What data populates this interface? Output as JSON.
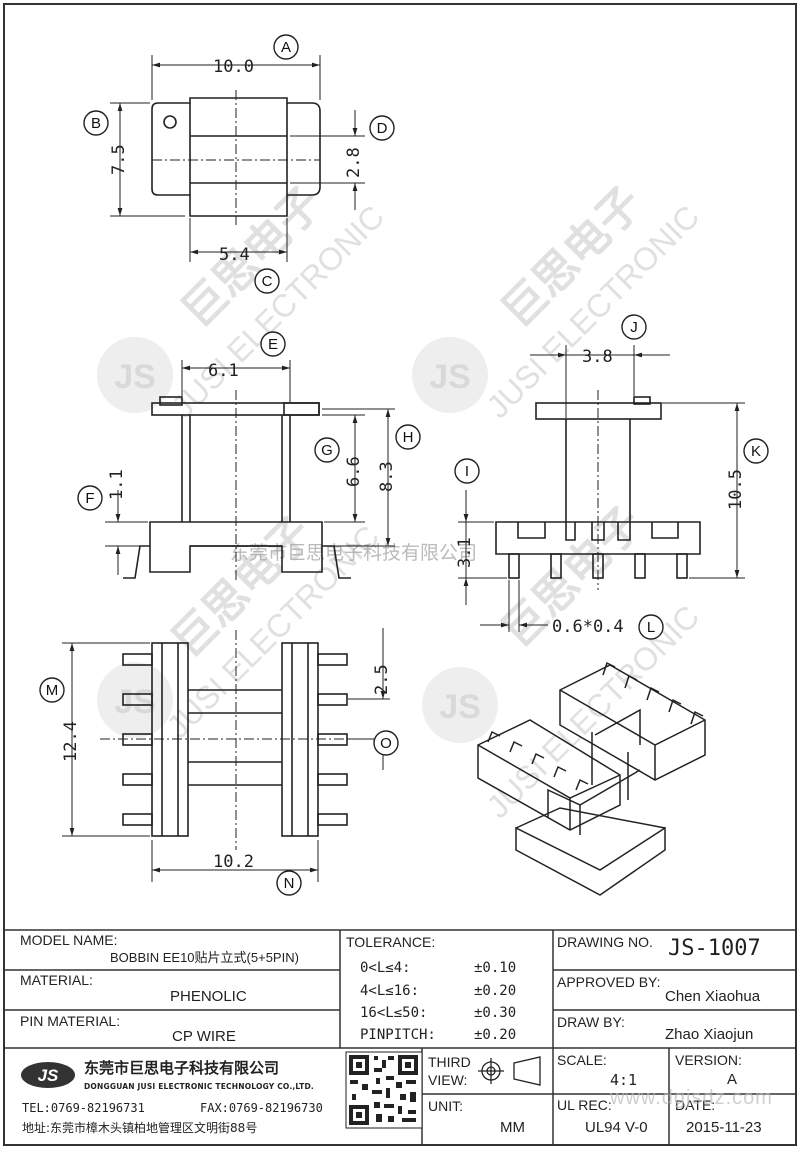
{
  "views": {
    "top": {
      "dims": {
        "width": "10.0",
        "height": "7.5",
        "slot": "2.8",
        "center": "5.4"
      },
      "labels": {
        "width": "A",
        "height": "B",
        "center": "C",
        "slot": "D"
      }
    },
    "front": {
      "dims": {
        "top": "6.1",
        "h1": "6.6",
        "h2": "8.3",
        "f": "1.1"
      },
      "labels": {
        "top": "E",
        "f": "F",
        "h1": "G",
        "h2": "H"
      }
    },
    "side": {
      "dims": {
        "j": "3.8",
        "k": "10.5",
        "i": "3.1",
        "l": "0.6*0.4"
      },
      "labels": {
        "i": "I",
        "j": "J",
        "k": "K",
        "l": "L"
      }
    },
    "bottom": {
      "dims": {
        "m": "12.4",
        "n": "10.2",
        "o": "2.5"
      },
      "labels": {
        "m": "M",
        "n": "N",
        "o": "O"
      }
    }
  },
  "watermark": {
    "company_cn": "东莞市巨思电子科技有限公司",
    "brand_en": "JUSI ELECTRONIC",
    "logo": "JS",
    "brand_cn": "巨思电子"
  },
  "title_block": {
    "model_name_label": "MODEL NAME:",
    "model_name": "BOBBIN EE10贴片立式(5+5PIN)",
    "material_label": "MATERIAL:",
    "material": "PHENOLIC",
    "pin_material_label": "PIN MATERIAL:",
    "pin_material": "CP WIRE",
    "tolerance_label": "TOLERANCE:",
    "tolerances": [
      {
        "range": "0<L≤4:",
        "value": "±0.10"
      },
      {
        "range": "4<L≤16:",
        "value": "±0.20"
      },
      {
        "range": "16<L≤50:",
        "value": "±0.30"
      },
      {
        "range": "PINPITCH:",
        "value": "±0.20"
      }
    ],
    "drawing_no_label": "DRAWING NO.",
    "drawing_no": "JS-1007",
    "approved_by_label": "APPROVED BY:",
    "approved_by": "Chen Xiaohua",
    "draw_by_label": "DRAW BY:",
    "draw_by": "Zhao Xiaojun",
    "company_logo": "JS",
    "company_cn": "东莞市巨思电子科技有限公司",
    "company_en": "DONGGUAN JUSI ELECTRONIC TECHNOLOGY CO.,LTD.",
    "tel": "TEL:0769-82196731",
    "fax": "FAX:0769-82196730",
    "address": "地址:东莞市樟木头镇柏地管理区文明街88号",
    "third_view_label": "THIRD VIEW:",
    "unit_label": "UNIT:",
    "unit": "MM",
    "scale_label": "SCALE:",
    "scale": "4:1",
    "version_label": "VERSION:",
    "version": "A",
    "ul_rec_label": "UL REC:",
    "ul_rec": "UL94 V-0",
    "date_label": "DATE:",
    "date": "2015-11-23",
    "site_watermark": "www.dgjsdz.com"
  }
}
